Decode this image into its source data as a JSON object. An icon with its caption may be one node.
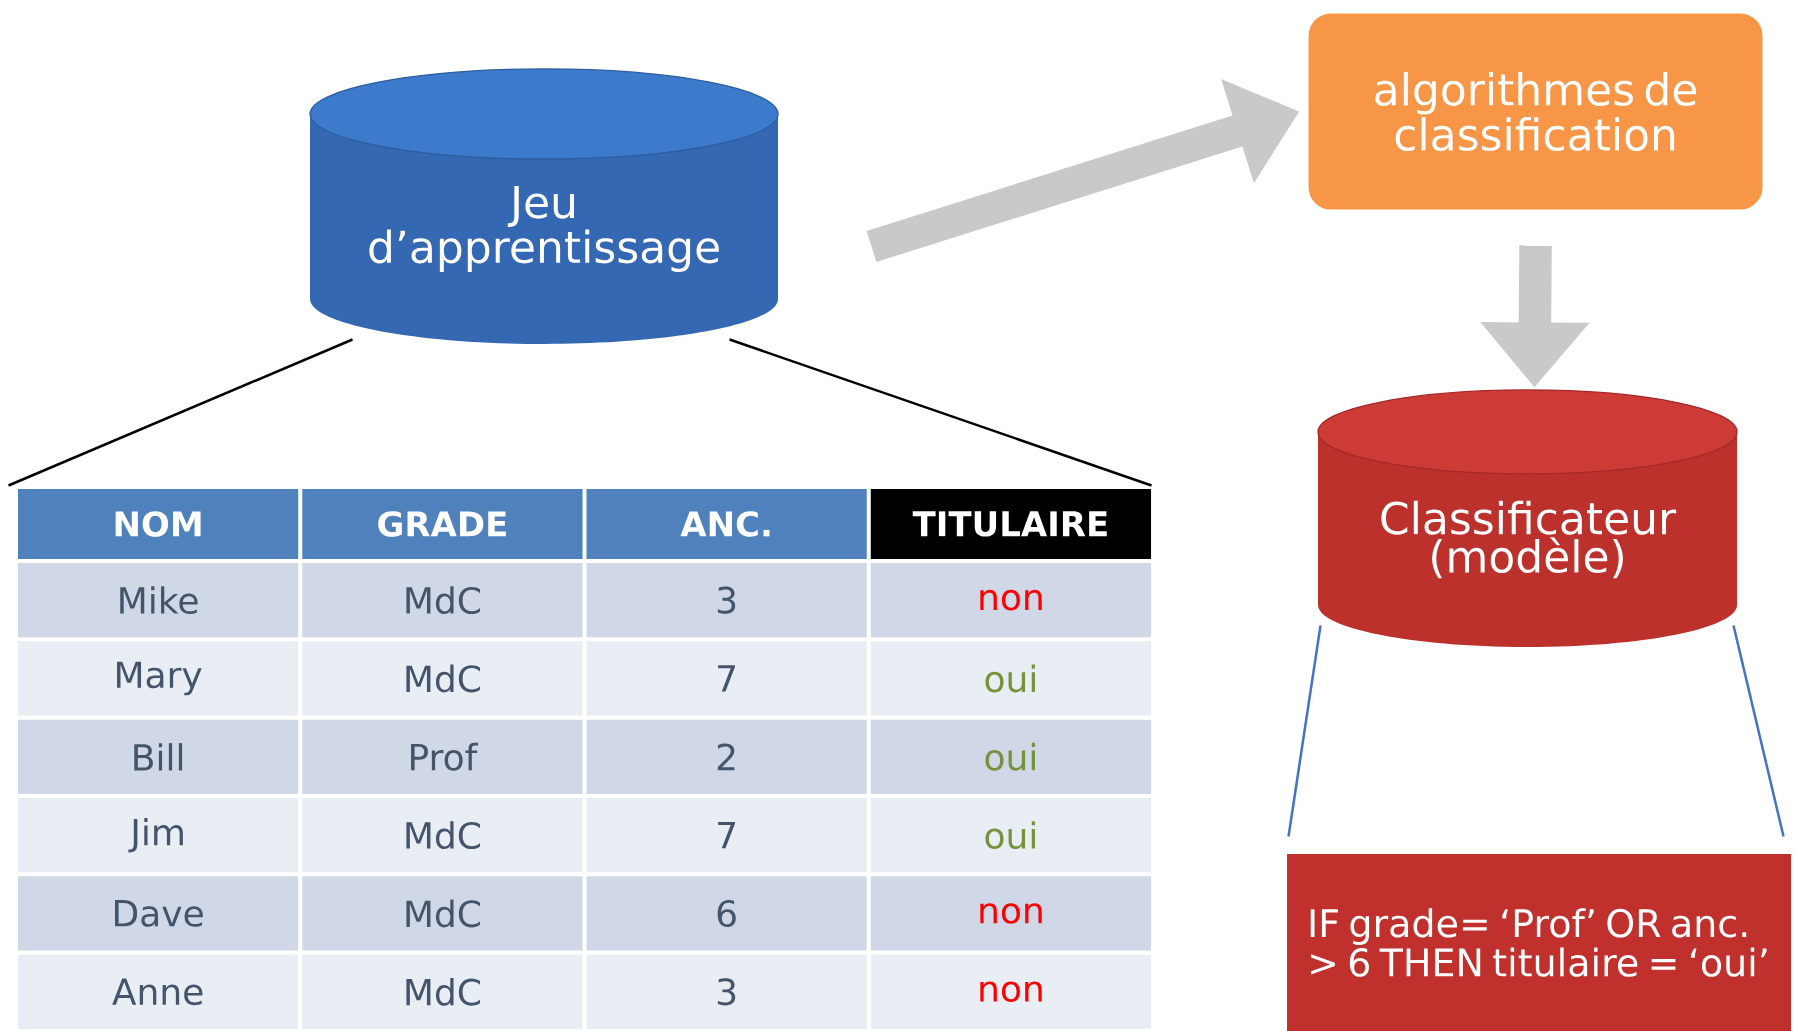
{
  "diagram": {
    "nodes": [
      {
        "text": [
          "Jeu d’apprentissage"
        ]
      },
      {
        "text": [],
        "shape": "table"
      },
      {
        "text": [
          "algorithmes de classification"
        ]
      },
      {
        "text": [
          "Classificateur (modèle)"
        ]
      },
      {
        "text": [
          "IF grade= ‘Prof’ OR anc. > 6 THEN titulaire = ‘oui’"
        ]
      }
    ],
    "edges": [
      {
        "from": 0,
        "to": 1,
        "arrow": "none"
      },
      {
        "from": 0,
        "to": 1,
        "arrow": "none"
      },
      {
        "from": 0,
        "to": 2,
        "arrow": "to",
        "style": "thick",
        "color": "#c9c9c9"
      },
      {
        "from": 2,
        "to": 3,
        "arrow": "to",
        "style": "thick",
        "color": "#c9c9c9"
      },
      {
        "from": 3,
        "to": 4,
        "arrow": "none",
        "color": "#4472c4"
      },
      {
        "from": 3,
        "to": 4,
        "arrow": "none",
        "color": "#4472c4"
      }
    ],
    "labels": [
      "NOM",
      "GRADE",
      "ANC.",
      "TITULAIRE",
      "Mike",
      "MdC",
      "3",
      "non",
      "Mary",
      "MdC",
      "7",
      "oui",
      "Bill",
      "Prof",
      "2",
      "oui",
      "Jim",
      "MdC",
      "7",
      "oui",
      "Dave",
      "MdC",
      "6",
      "non",
      "Anne",
      "MdC",
      "3",
      "non"
    ]
  }
}
